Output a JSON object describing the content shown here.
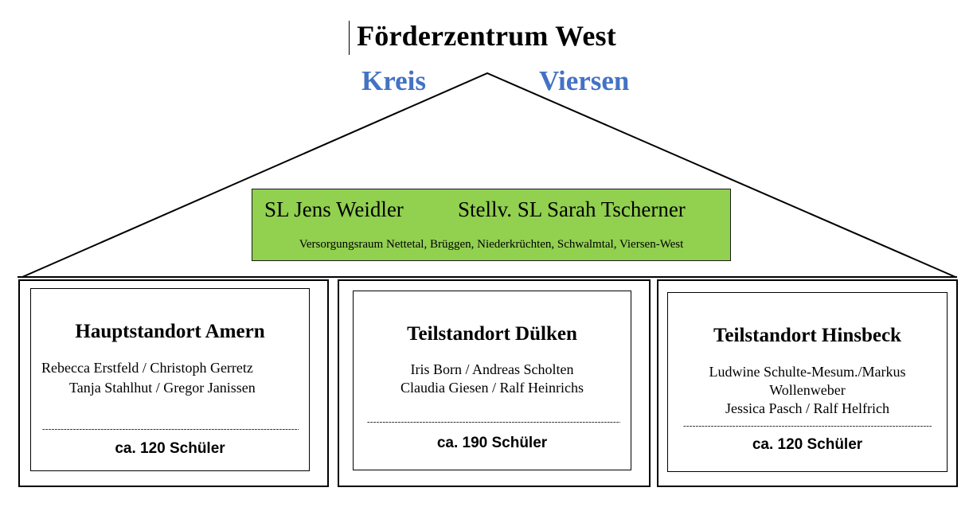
{
  "header": {
    "title": "Förderzentrum West",
    "subtitle_left": "Kreis",
    "subtitle_right": "Viersen"
  },
  "leadership": {
    "sl": "SL  Jens Weidler",
    "stellv_sl": "Stellv. SL  Sarah Tscherner",
    "area": "Versorgungsraum Nettetal, Brüggen, Niederkrüchten, Schwalmtal, Viersen-West"
  },
  "locations": [
    {
      "name": "Hauptstandort Amern",
      "staff_1": "Rebecca Erstfeld / Christoph Gerretz",
      "staff_2": "Tanja Stahlhut / Gregor Janissen",
      "students": "ca. 120 Schüler"
    },
    {
      "name": "Teilstandort Dülken",
      "staff_1": "Iris Born / Andreas Scholten",
      "staff_2": "Claudia Giesen / Ralf Heinrichs",
      "students": "ca. 190 Schüler"
    },
    {
      "name": "Teilstandort Hinsbeck",
      "staff_1": "Ludwine Schulte-Mesum./Markus",
      "staff_2": "Wollenweber",
      "staff_3": "Jessica Pasch / Ralf Helfrich",
      "students": "ca. 120 Schüler"
    }
  ],
  "colors": {
    "subtitle": "#4472c4",
    "leadership_box": "#92d050"
  }
}
